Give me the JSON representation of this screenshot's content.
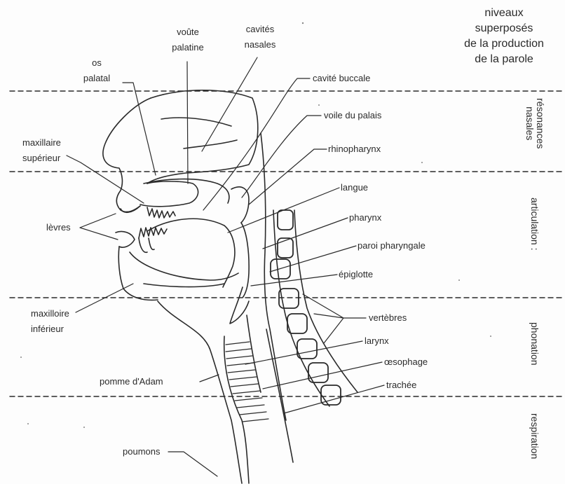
{
  "title": {
    "lines": [
      "niveaux",
      "superposés",
      "de la production",
      "de la parole"
    ]
  },
  "levels": [
    {
      "id": "nasal",
      "lines": [
        "résonances",
        "nasales"
      ]
    },
    {
      "id": "articulation",
      "lines": [
        "articulation :"
      ]
    },
    {
      "id": "phonation",
      "lines": [
        "phonation"
      ]
    },
    {
      "id": "respiration",
      "lines": [
        "respiration"
      ]
    }
  ],
  "labels": {
    "voute_palatine": [
      "voûte",
      "palatine"
    ],
    "cavites_nasales": [
      "cavités",
      "nasales"
    ],
    "os_palatal": [
      "os",
      "palatal"
    ],
    "cavite_buccale": "cavité buccale",
    "voile_du_palais": "voile du palais",
    "maxillaire_superieur": [
      "maxillaire",
      "supérieur"
    ],
    "rhinopharynx": "rhinopharynx",
    "langue": "langue",
    "levres": "lèvres",
    "pharynx": "pharynx",
    "paroi_pharyngale": "paroi pharyngale",
    "epiglotte": "épiglotte",
    "maxillaire_inferieur": [
      "maxilloire",
      "inférieur"
    ],
    "vertebres": "vertèbres",
    "larynx": "larynx",
    "oesophage": "œsophage",
    "pomme_d_adam": "pomme d'Adam",
    "trachee": "trachée",
    "poumons": "poumons"
  }
}
